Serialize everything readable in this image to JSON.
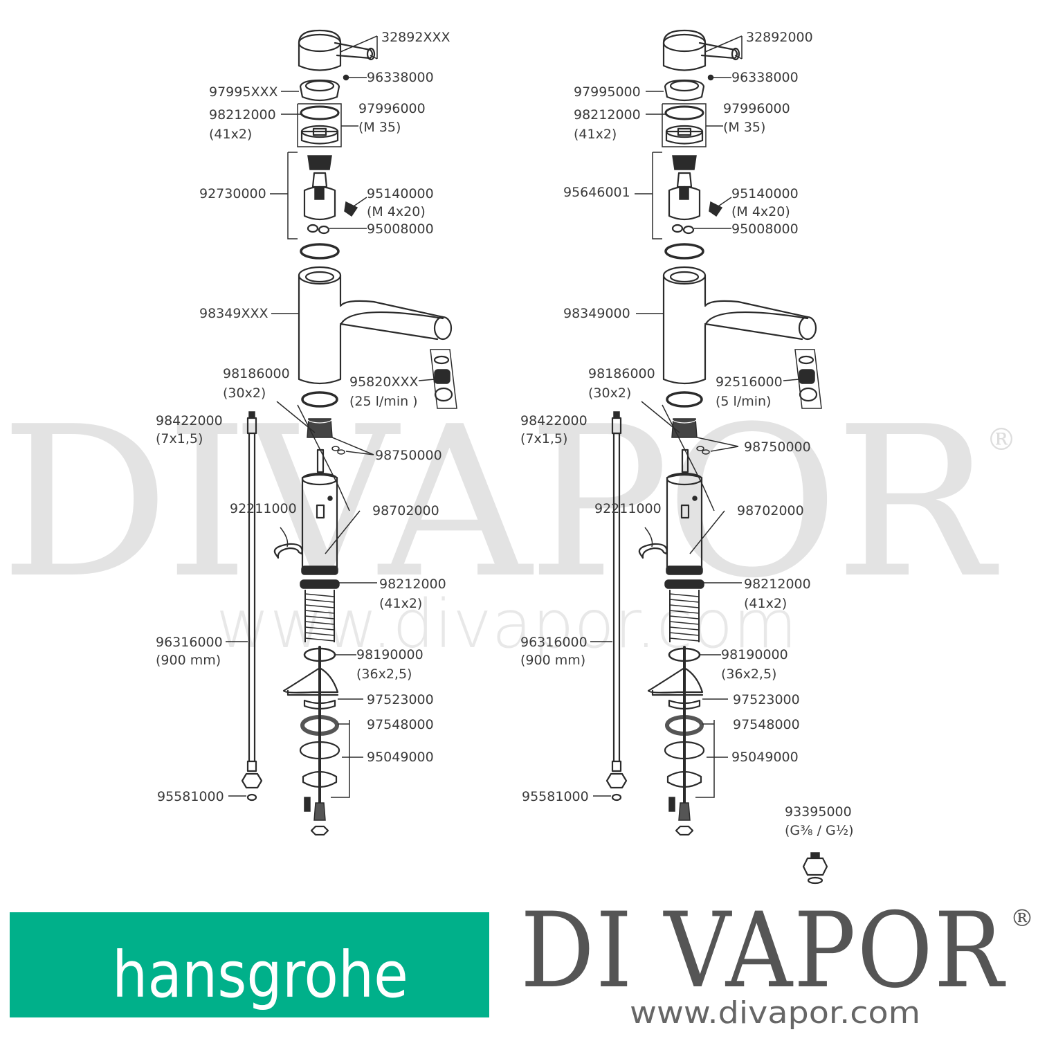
{
  "watermark": {
    "text": "DIVAPOR",
    "registered": "®",
    "url": "www.divapor.com"
  },
  "footer": {
    "logo_text": "hansgrohe",
    "brand_name": "DI VAPOR",
    "brand_registered": "®",
    "brand_url": "www.divapor.com",
    "colors": {
      "hansgrohe_green": "#00b08a",
      "brand_grey": "#555555"
    }
  },
  "left_diagram": {
    "labels": {
      "handle": "32892XXX",
      "grub_screw": "96338000",
      "cover": "97995XXX",
      "oring_top": "98212000",
      "oring_top_size": "(41x2)",
      "nut": "97996000",
      "nut_size": "(M 35)",
      "cartridge": "92730000",
      "screw": "95140000",
      "screw_size": "(M 4x20)",
      "seal_set": "95008000",
      "body": "98349XXX",
      "aerator": "95820XXX",
      "aerator_flow": "(25 l/min )",
      "oring_base": "98186000",
      "oring_base_size": "(30x2)",
      "hose_conn": "98422000",
      "hose_conn_size": "(7x1,5)",
      "valve_seal": "98750000",
      "clip": "92211000",
      "valve_set": "98702000",
      "oring_shank": "98212000",
      "oring_shank_size": "(41x2)",
      "hose": "96316000",
      "hose_length": "(900 mm)",
      "oring_lower": "98190000",
      "oring_lower_size": "(36x2,5)",
      "plate": "97523000",
      "washer": "97548000",
      "fixing_set": "95049000",
      "hose_seal": "95581000"
    }
  },
  "right_diagram": {
    "labels": {
      "handle": "32892000",
      "grub_screw": "96338000",
      "cover": "97995000",
      "oring_top": "98212000",
      "oring_top_size": "(41x2)",
      "nut": "97996000",
      "nut_size": "(M 35)",
      "cartridge": "95646001",
      "screw": "95140000",
      "screw_size": "(M 4x20)",
      "seal_set": "95008000",
      "body": "98349000",
      "aerator": "92516000",
      "aerator_flow": "(5 l/min)",
      "oring_base": "98186000",
      "oring_base_size": "(30x2)",
      "hose_conn": "98422000",
      "hose_conn_size": "(7x1,5)",
      "valve_seal": "98750000",
      "clip": "92211000",
      "valve_set": "98702000",
      "oring_shank": "98212000",
      "oring_shank_size": "(41x2)",
      "hose": "96316000",
      "hose_length": "(900 mm)",
      "oring_lower": "98190000",
      "oring_lower_size": "(36x2,5)",
      "plate": "97523000",
      "washer": "97548000",
      "fixing_set": "95049000",
      "hose_seal": "95581000",
      "adapter": "93395000",
      "adapter_size": "(G⅜ / G½)"
    }
  }
}
